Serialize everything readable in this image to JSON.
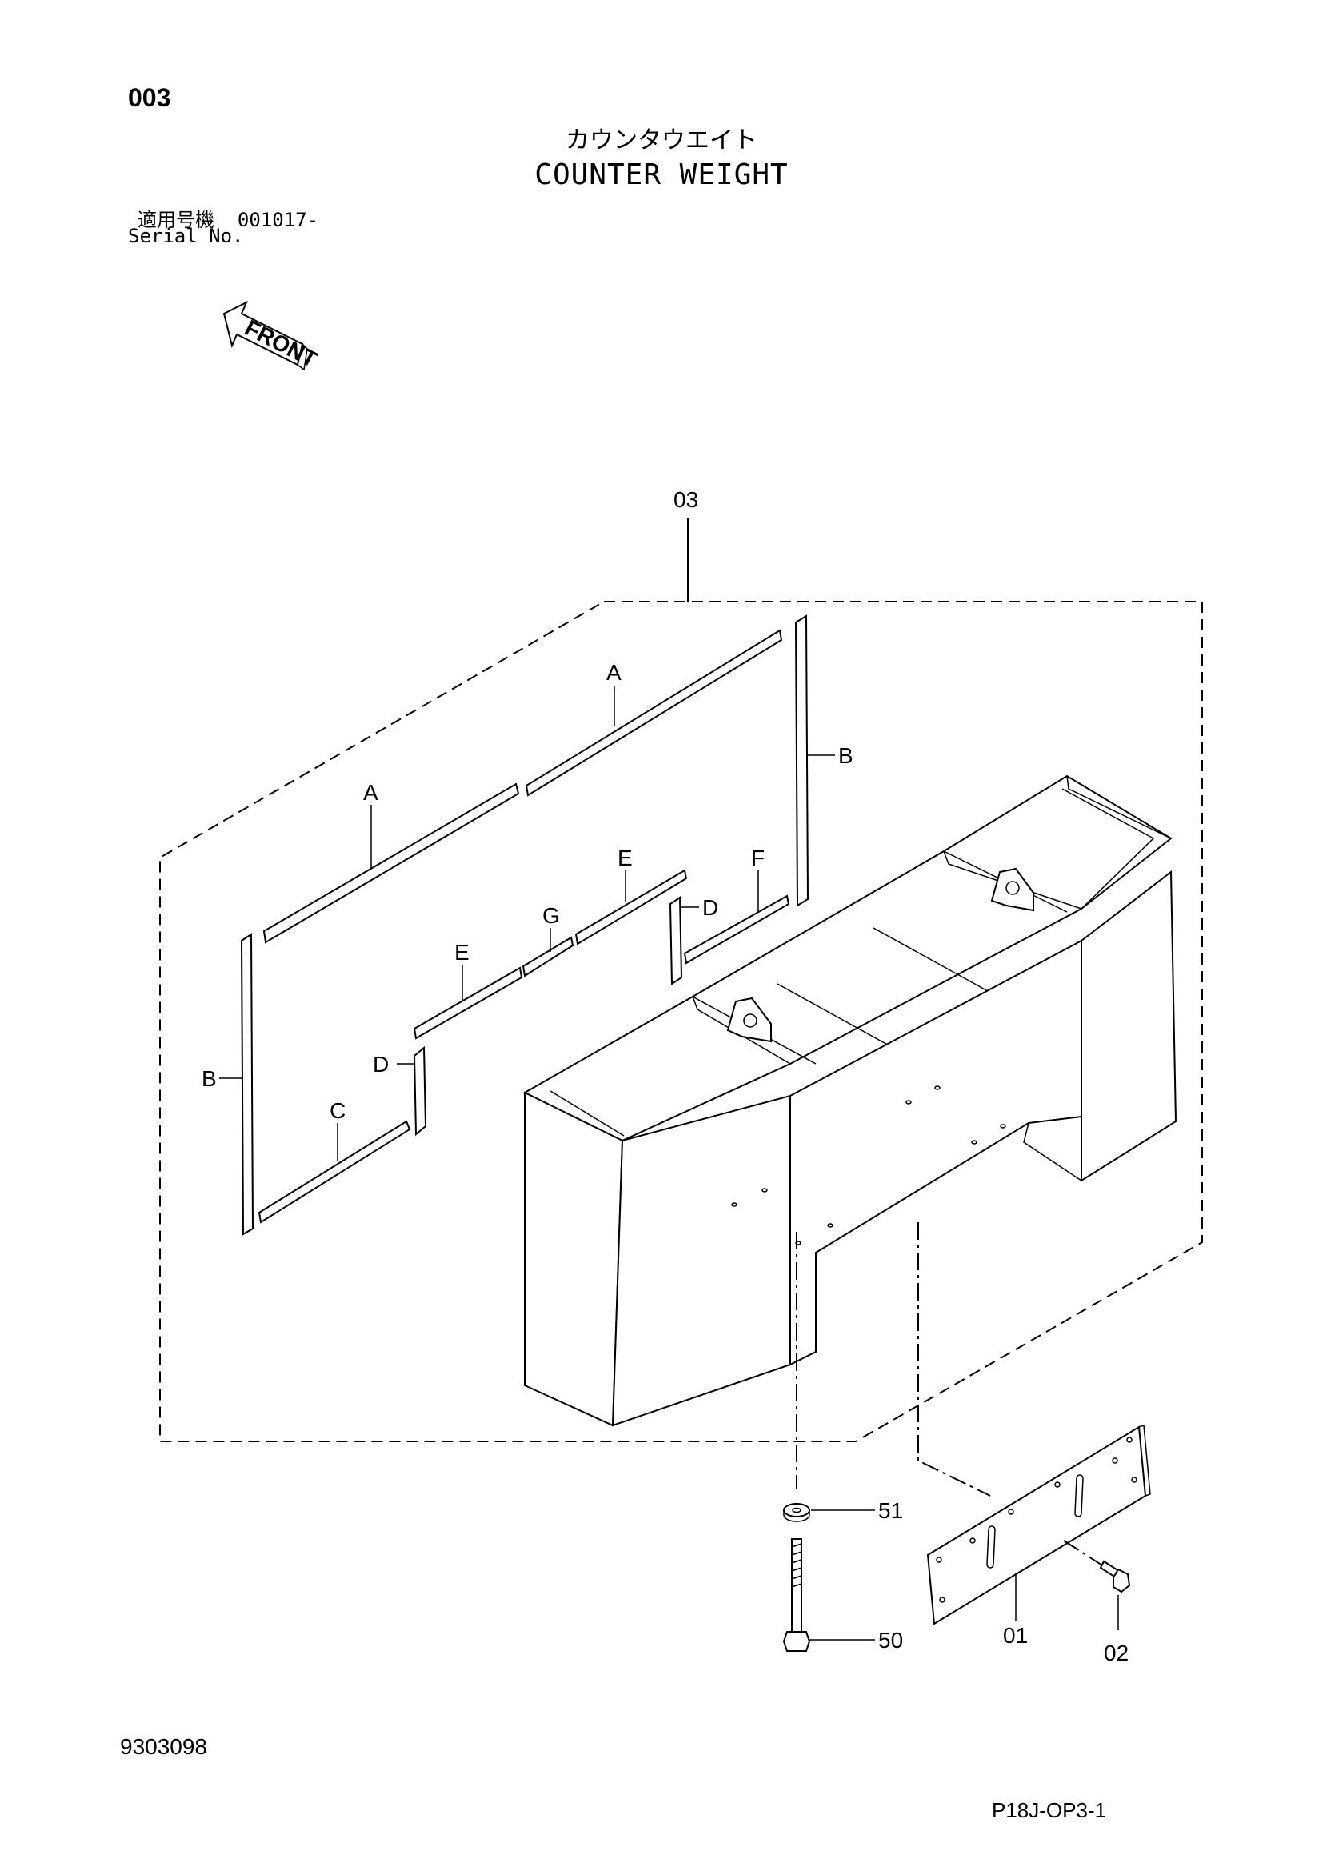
{
  "header": {
    "page_code": "003",
    "title_jp": "カウンタウエイト",
    "title_en": "COUNTER WEIGHT",
    "serial_jp": "適用号機  001017-",
    "serial_en": "Serial No."
  },
  "front_arrow": {
    "label": "FRONT"
  },
  "callouts": {
    "part_03": "03",
    "part_01": "01",
    "part_02": "02",
    "part_50": "50",
    "part_51": "51",
    "seal_a_upper": "A",
    "seal_a_lower": "A",
    "seal_b_right": "B",
    "seal_b_left": "B",
    "seal_c": "C",
    "seal_d_right": "D",
    "seal_d_left": "D",
    "seal_e_right": "E",
    "seal_e_left": "E",
    "seal_f": "F",
    "seal_g": "G"
  },
  "footer": {
    "doc_number": "9303098",
    "page_ref": "P18J-OP3-1"
  }
}
